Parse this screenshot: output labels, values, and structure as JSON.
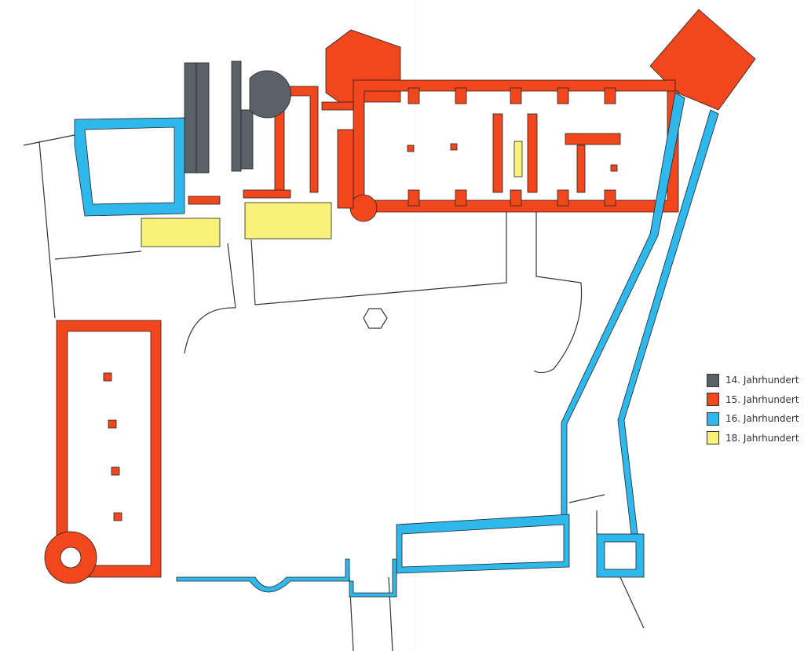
{
  "colors": {
    "c14": "#5b6168",
    "c15": "#f2461c",
    "c16": "#2fb8ec",
    "c18": "#f8f27a",
    "line": "#333333"
  },
  "legend": [
    {
      "label": "14. Jahrhundert",
      "color": "#5b6168"
    },
    {
      "label": "15. Jahrhundert",
      "color": "#f2461c"
    },
    {
      "label": "16. Jahrhundert",
      "color": "#2fb8ec"
    },
    {
      "label": "18. Jahrhundert",
      "color": "#f8f27a"
    }
  ]
}
